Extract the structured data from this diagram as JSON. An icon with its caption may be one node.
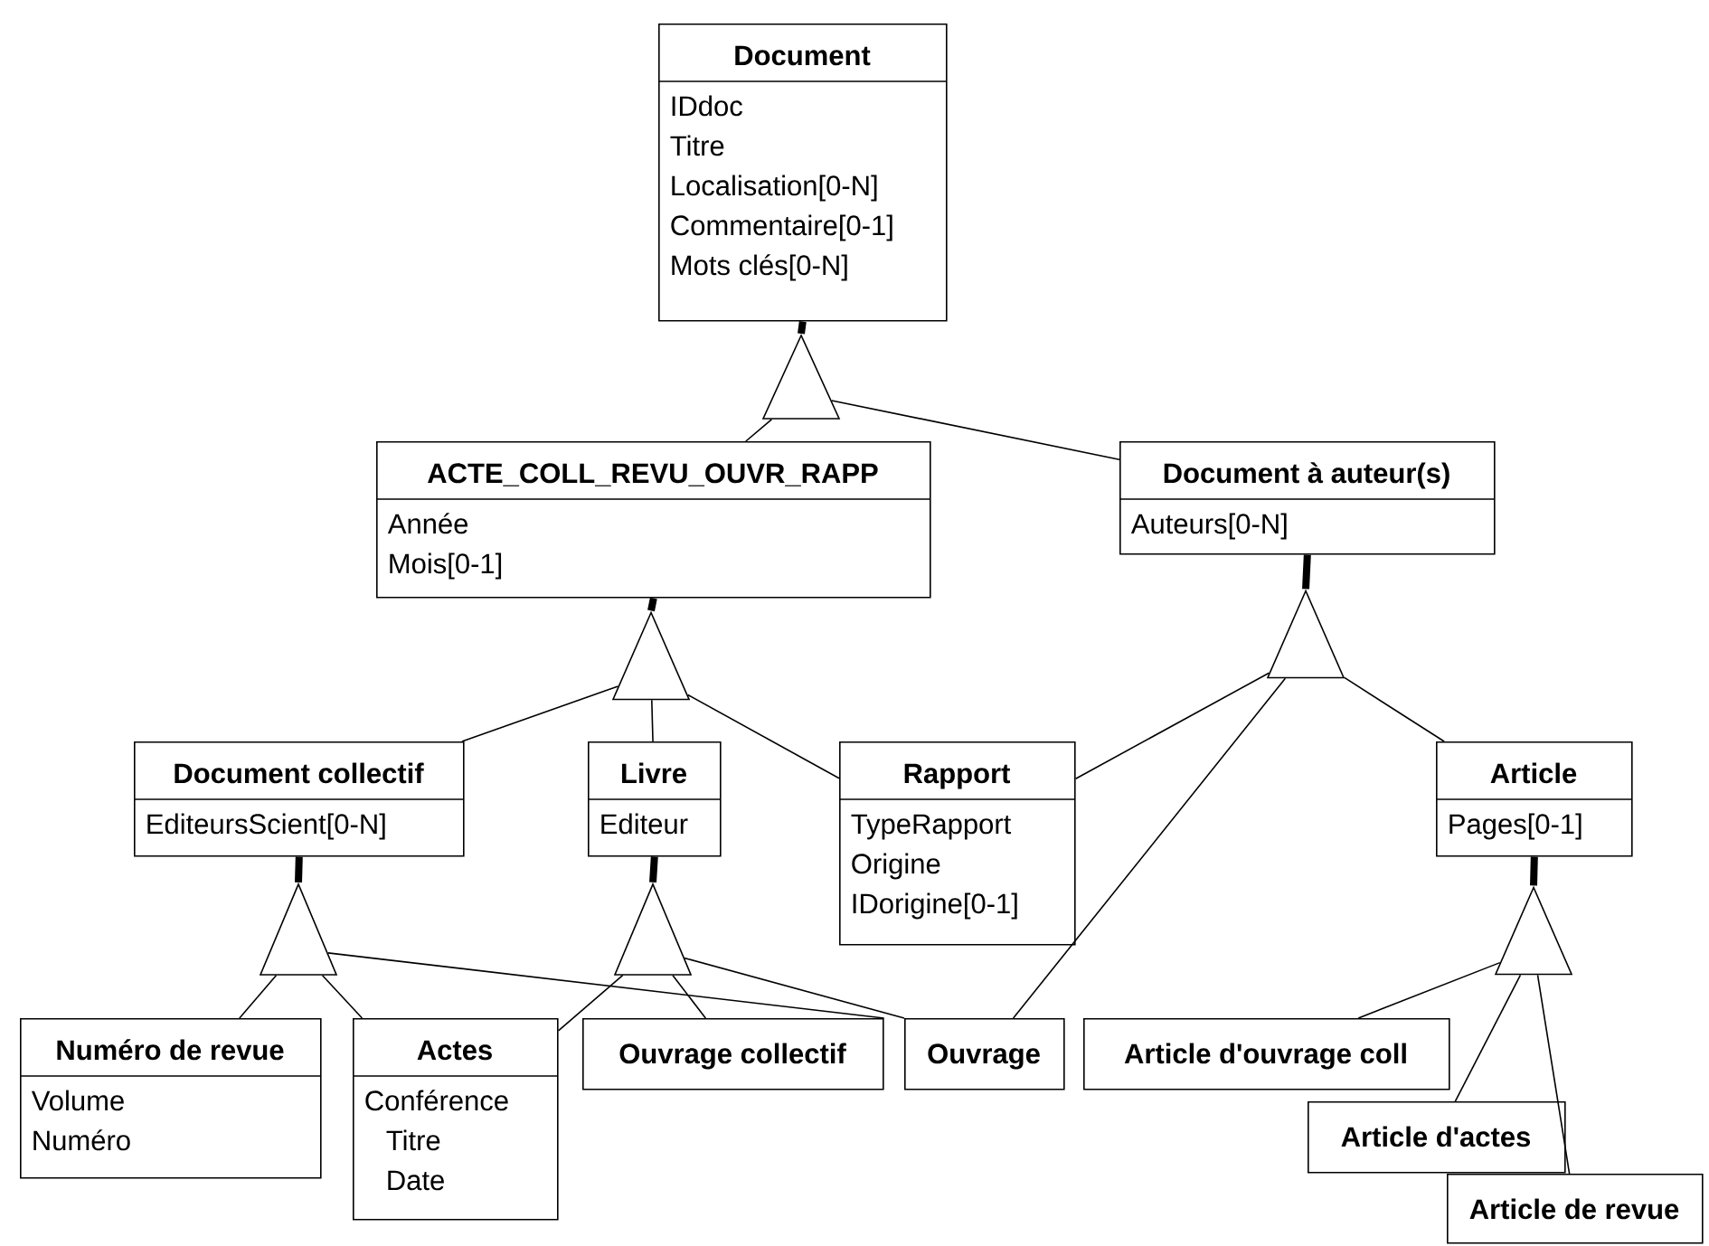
{
  "diagram": {
    "nodes": [
      {
        "text": [
          "Document",
          "IDdoc",
          "Titre",
          "Localisation[0-N]",
          "Commentaire[0-1]",
          "Mots clés[0-N]"
        ]
      },
      {
        "text": [],
        "shape": "triangle"
      },
      {
        "text": [
          "ACTE_COLL_REVU_OUVR_RAPP",
          "Année",
          "Mois[0-1]"
        ]
      },
      {
        "text": [
          "Document à auteur(s)",
          "Auteurs[0-N]"
        ]
      },
      {
        "text": [],
        "shape": "triangle"
      },
      {
        "text": [],
        "shape": "triangle"
      },
      {
        "text": [
          "Document collectif",
          "EditeursScient[0-N]"
        ]
      },
      {
        "text": [
          "Livre",
          "Editeur"
        ]
      },
      {
        "text": [
          "Rapport",
          "TypeRapport",
          "Origine",
          "IDorigine[0-1]"
        ]
      },
      {
        "text": [
          "Article",
          "Pages[0-1]"
        ]
      },
      {
        "text": [],
        "shape": "triangle"
      },
      {
        "text": [],
        "shape": "triangle"
      },
      {
        "text": [],
        "shape": "triangle"
      },
      {
        "text": [
          "Numéro de revue",
          "Volume",
          "Numéro"
        ]
      },
      {
        "text": [
          "Actes",
          "Conférence",
          "Titre",
          "Date"
        ]
      },
      {
        "text": [
          "Ouvrage collectif"
        ]
      },
      {
        "text": [
          "Ouvrage"
        ]
      },
      {
        "text": [
          "Article d'ouvrage coll"
        ]
      },
      {
        "text": [
          "Article d'actes"
        ]
      },
      {
        "text": [
          "Article de revue"
        ]
      }
    ],
    "edges": [
      {
        "from": 0,
        "to": 1,
        "arrow": "none",
        "style": "thick"
      },
      {
        "from": 2,
        "to": 1,
        "arrow": "none"
      },
      {
        "from": 3,
        "to": 1,
        "arrow": "none"
      },
      {
        "from": 2,
        "to": 4,
        "arrow": "none",
        "style": "thick"
      },
      {
        "from": 6,
        "to": 4,
        "arrow": "none"
      },
      {
        "from": 7,
        "to": 4,
        "arrow": "none"
      },
      {
        "from": 8,
        "to": 4,
        "arrow": "none"
      },
      {
        "from": 3,
        "to": 5,
        "arrow": "none",
        "style": "thick"
      },
      {
        "from": 8,
        "to": 5,
        "arrow": "none"
      },
      {
        "from": 16,
        "to": 5,
        "arrow": "none"
      },
      {
        "from": 9,
        "to": 5,
        "arrow": "none"
      },
      {
        "from": 6,
        "to": 10,
        "arrow": "none",
        "style": "thick"
      },
      {
        "from": 13,
        "to": 10,
        "arrow": "none"
      },
      {
        "from": 14,
        "to": 10,
        "arrow": "none"
      },
      {
        "from": 15,
        "to": 10,
        "arrow": "none"
      },
      {
        "from": 7,
        "to": 11,
        "arrow": "none",
        "style": "thick"
      },
      {
        "from": 14,
        "to": 11,
        "arrow": "none"
      },
      {
        "from": 15,
        "to": 11,
        "arrow": "none"
      },
      {
        "from": 16,
        "to": 11,
        "arrow": "none"
      },
      {
        "from": 9,
        "to": 12,
        "arrow": "none",
        "style": "thick"
      },
      {
        "from": 17,
        "to": 12,
        "arrow": "none"
      },
      {
        "from": 18,
        "to": 12,
        "arrow": "none"
      },
      {
        "from": 19,
        "to": 12,
        "arrow": "none"
      }
    ]
  }
}
